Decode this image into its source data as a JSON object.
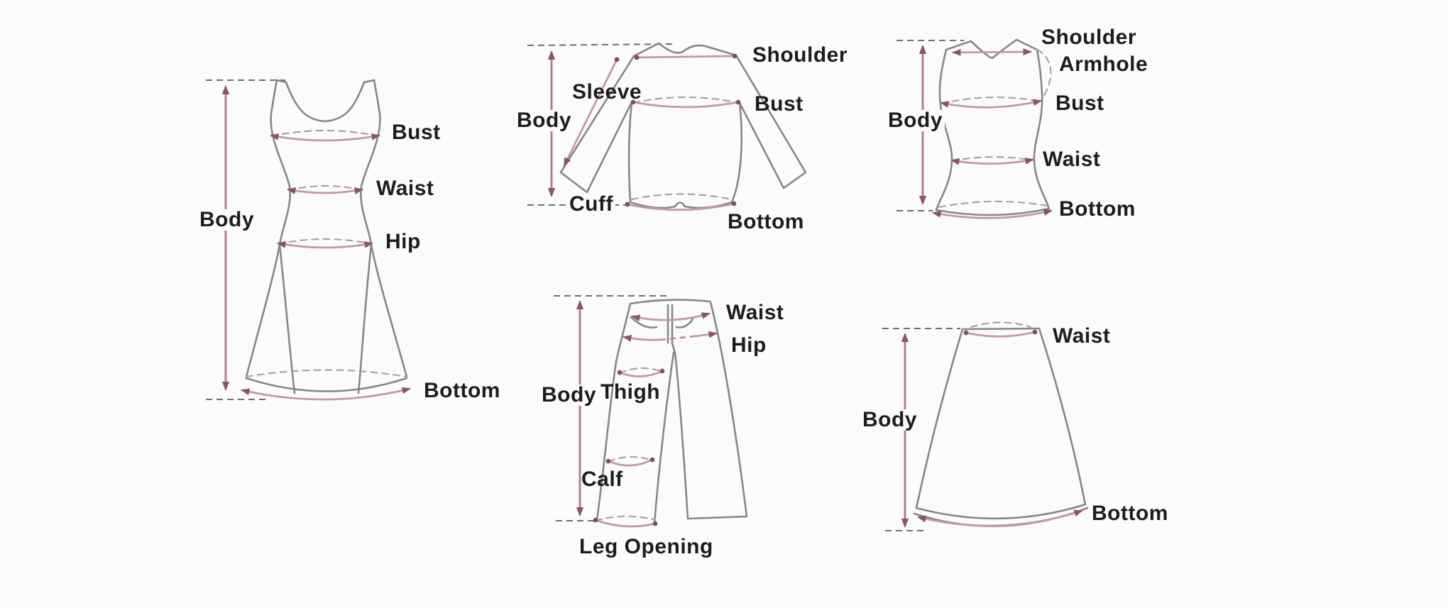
{
  "colors": {
    "background": "#fcfbfb",
    "outline_gray": "#86868c",
    "measure_pink": "#c29aa4",
    "body_arrow_pink": "#b2808d",
    "arrowhead_maroon": "#8b5562",
    "reference_dash_gray": "#6e6e74",
    "text": "#1d1d20"
  },
  "garments": [
    {
      "id": "dress",
      "labels": {
        "body": "Body",
        "bust": "Bust",
        "waist": "Waist",
        "hip": "Hip",
        "bottom": "Bottom"
      }
    },
    {
      "id": "long-sleeve-top",
      "labels": {
        "body": "Body",
        "sleeve": "Sleeve",
        "shoulder": "Shoulder",
        "bust": "Bust",
        "cuff": "Cuff",
        "bottom": "Bottom"
      }
    },
    {
      "id": "sleeveless-top",
      "labels": {
        "body": "Body",
        "shoulder": "Shoulder",
        "armhole": "Armhole",
        "bust": "Bust",
        "waist": "Waist",
        "bottom": "Bottom"
      }
    },
    {
      "id": "pants",
      "labels": {
        "body": "Body",
        "waist": "Waist",
        "hip": "Hip",
        "thigh": "Thigh",
        "calf": "Calf",
        "leg_opening": "Leg Opening"
      }
    },
    {
      "id": "skirt",
      "labels": {
        "body": "Body",
        "waist": "Waist",
        "bottom": "Bottom"
      }
    }
  ]
}
